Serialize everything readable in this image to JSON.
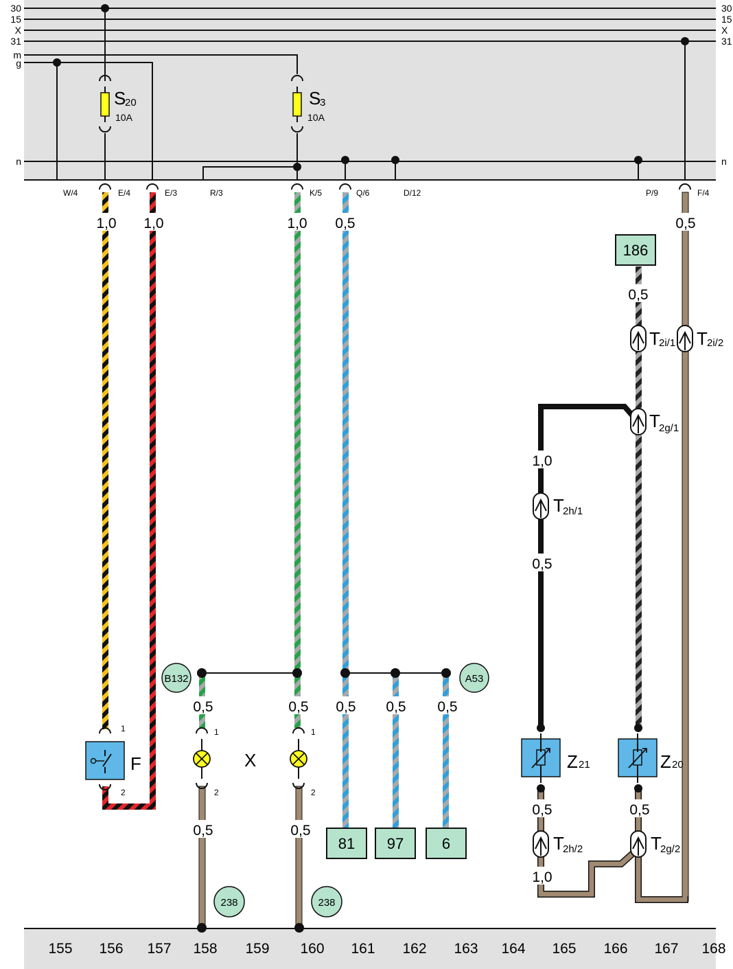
{
  "bus": {
    "left": [
      "30",
      "15",
      "X",
      "31",
      "m",
      "g",
      "n"
    ],
    "right": [
      "30",
      "15",
      "X",
      "31",
      "n"
    ]
  },
  "terminals": [
    {
      "id": "w4",
      "label": "W/4"
    },
    {
      "id": "e4",
      "label": "E/4"
    },
    {
      "id": "e3",
      "label": "E/3"
    },
    {
      "id": "r3",
      "label": "R/3"
    },
    {
      "id": "k5",
      "label": "K/5"
    },
    {
      "id": "q6",
      "label": "Q/6"
    },
    {
      "id": "d12",
      "label": "D/12"
    },
    {
      "id": "p9",
      "label": "P/9"
    },
    {
      "id": "f4",
      "label": "F/4"
    }
  ],
  "fuses": [
    {
      "id": "s20",
      "main": "S",
      "sub": "20",
      "rating": "10A"
    },
    {
      "id": "s3",
      "main": "S",
      "sub": "3",
      "rating": "10A"
    }
  ],
  "components": {
    "F": {
      "main": "F",
      "pin1": "1",
      "pin2": "2"
    },
    "X": {
      "main": "X",
      "pin1": "1",
      "pin2": "2"
    },
    "Z21": {
      "main": "Z",
      "sub": "21"
    },
    "Z20": {
      "main": "Z",
      "sub": "20"
    }
  },
  "connectors": [
    {
      "id": "t2i1",
      "main": "T",
      "sub": "2i/1"
    },
    {
      "id": "t2i2",
      "main": "T",
      "sub": "2i/2"
    },
    {
      "id": "t2g1",
      "main": "T",
      "sub": "2g/1"
    },
    {
      "id": "t2h1",
      "main": "T",
      "sub": "2h/1"
    },
    {
      "id": "t2h2",
      "main": "T",
      "sub": "2h/2"
    },
    {
      "id": "t2g2",
      "main": "T",
      "sub": "2g/2"
    }
  ],
  "gauges": {
    "g156": "1,0",
    "g157": "1,0",
    "g160": "1,0",
    "g161": "0,5",
    "g167": "0,5",
    "g186": "0,5",
    "g165a": "1,0",
    "g165b": "0,5",
    "g158": "0,5",
    "g160b": "0,5",
    "g161b": "0,5",
    "g162": "0,5",
    "g163": "0,5",
    "g158c": "0,5",
    "g160c": "0,5",
    "g165c": "0,5",
    "g166c": "0,5",
    "g165d": "1,0"
  },
  "refs": {
    "r186": "186",
    "r81": "81",
    "r97": "97",
    "r6": "6",
    "b132": "B132",
    "a53": "A53",
    "e238a": "238",
    "e238b": "238"
  },
  "footer": [
    "155",
    "156",
    "157",
    "158",
    "159",
    "160",
    "161",
    "162",
    "163",
    "164",
    "165",
    "166",
    "167",
    "168"
  ],
  "colors": {
    "panel": "#e1e1e1",
    "ref_box": "#b5e3cc",
    "component_blue": "#5fb8e8",
    "fuse_yellow": "#ffff1e",
    "wire_brown": "#a08a72",
    "wire_yellow": "#f3c21b",
    "wire_red": "#e3262a",
    "wire_green": "#25a24a",
    "wire_blue": "#2ea0dc",
    "wire_grey": "#a8aaa9"
  }
}
